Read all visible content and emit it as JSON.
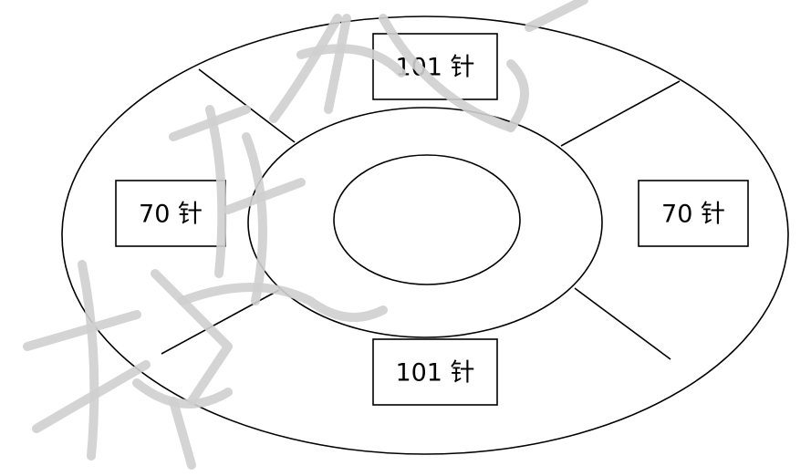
{
  "labels": {
    "top": "101 针",
    "bottom": "101 针",
    "left": "70 针",
    "right": "70 针"
  },
  "colors": {
    "stroke": "#000000",
    "watermark": "#cfcfcf",
    "background": "#ffffff"
  }
}
